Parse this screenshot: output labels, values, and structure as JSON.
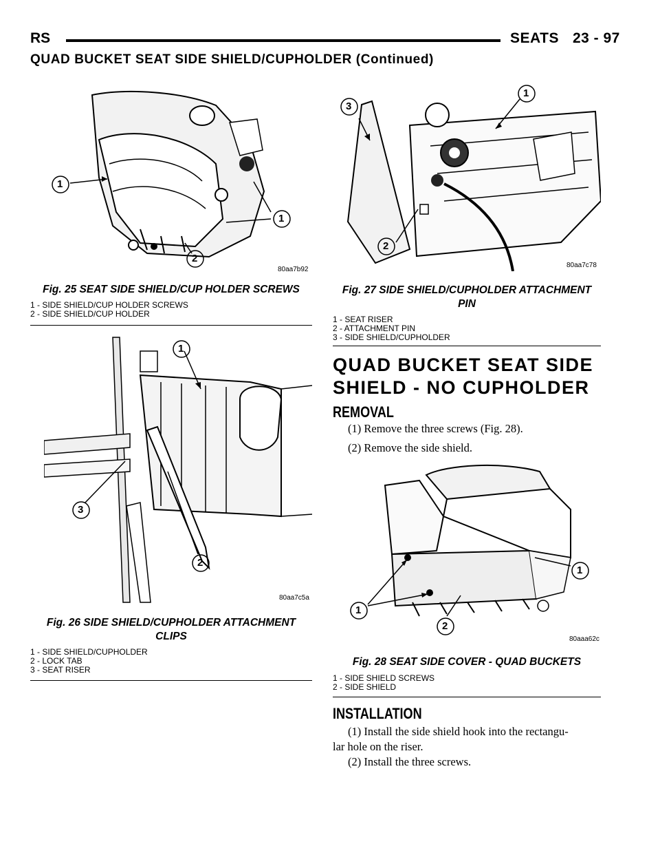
{
  "header": {
    "left": "RS",
    "section": "SEATS",
    "page": "23 - 97"
  },
  "continued_title": "QUAD BUCKET SEAT SIDE SHIELD/CUPHOLDER (Continued)",
  "fig25": {
    "code": "80aa7b92",
    "callouts": [
      "1",
      "2",
      "1"
    ],
    "caption": "Fig. 25 SEAT SIDE SHIELD/CUP HOLDER SCREWS",
    "legend": [
      "1 - SIDE SHIELD/CUP HOLDER SCREWS",
      "2 - SIDE SHIELD/CUP HOLDER"
    ]
  },
  "fig26": {
    "code": "80aa7c5a",
    "callouts": [
      "1",
      "3",
      "2"
    ],
    "caption_line1": "Fig. 26 SIDE SHIELD/CUPHOLDER ATTACHMENT",
    "caption_line2": "CLIPS",
    "legend": [
      "1 - SIDE SHIELD/CUPHOLDER",
      "2 - LOCK TAB",
      "3 - SEAT RISER"
    ]
  },
  "fig27": {
    "code": "80aa7c78",
    "callouts": [
      "3",
      "1",
      "2"
    ],
    "caption_line1": "Fig. 27 SIDE SHIELD/CUPHOLDER ATTACHMENT",
    "caption_line2": "PIN",
    "legend": [
      "1 - SEAT RISER",
      "2 - ATTACHMENT PIN",
      "3 - SIDE SHIELD/CUPHOLDER"
    ]
  },
  "section": {
    "title_line1": "QUAD BUCKET SEAT SIDE",
    "title_line2": "SHIELD - NO CUPHOLDER",
    "removal_title": "REMOVAL",
    "removal_steps": [
      "(1) Remove the three screws (Fig. 28).",
      "(2) Remove the side shield."
    ],
    "installation_title": "INSTALLATION",
    "installation_step1_a": "(1) Install the side shield hook into the rectangu-",
    "installation_step1_b": "lar hole on the riser.",
    "installation_step2": "(2) Install the three screws."
  },
  "fig28": {
    "code": "80aaa62c",
    "callouts": [
      "1",
      "1",
      "2"
    ],
    "caption": "Fig. 28 SEAT SIDE COVER - QUAD BUCKETS",
    "legend": [
      "1 - SIDE SHIELD SCREWS",
      "2 - SIDE SHIELD"
    ]
  }
}
